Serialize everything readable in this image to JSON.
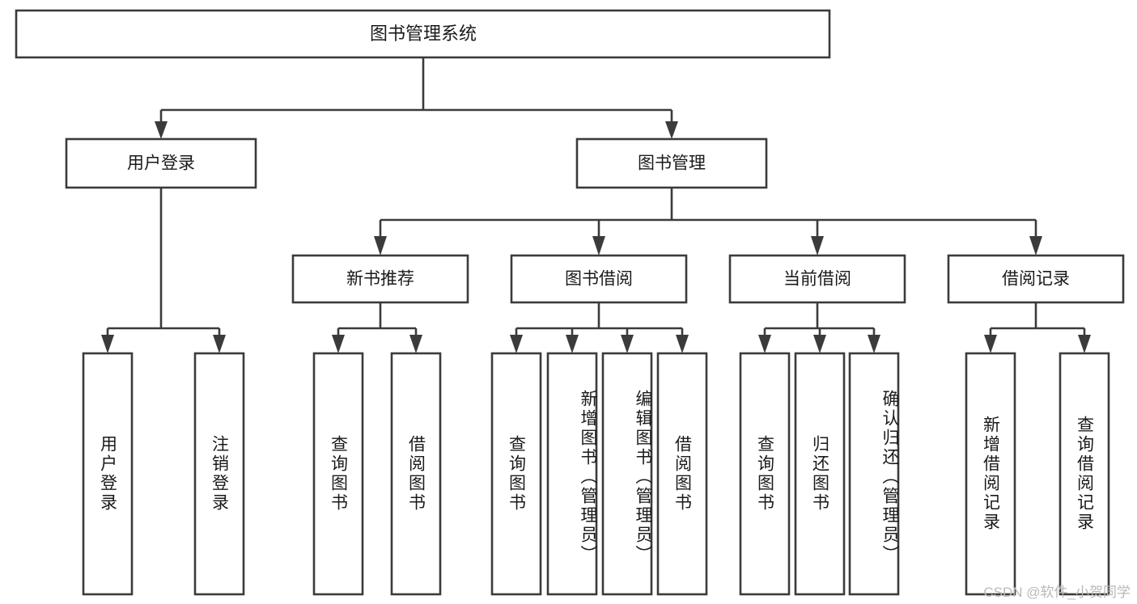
{
  "diagram": {
    "title": "图书管理系统",
    "type": "tree",
    "watermark": "CSDN @软件_小贺同学",
    "colors": {
      "stroke": "#3b3b3b",
      "fill": "#ffffff",
      "text": "#1a1a1a",
      "watermark": "#b9b9b9",
      "background": "#ffffff"
    },
    "levels": {
      "root": [
        "图书管理系统"
      ],
      "level2": [
        "用户登录",
        "图书管理"
      ],
      "level3": [
        "新书推荐",
        "图书借阅",
        "当前借阅",
        "借阅记录"
      ],
      "leaves": [
        "用户登录",
        "注销登录",
        "查询图书",
        "借阅图书",
        "查询图书",
        "新增图书（管理员）",
        "编辑图书（管理员）",
        "借阅图书",
        "查询图书",
        "归还图书",
        "确认归还（管理员）",
        "新增借阅记录",
        "查询借阅记录"
      ]
    },
    "nodes": {
      "root": {
        "label": "图书管理系统"
      },
      "user_login": {
        "label": "用户登录"
      },
      "book_manage": {
        "label": "图书管理"
      },
      "new_book_rec": {
        "label": "新书推荐"
      },
      "book_borrow": {
        "label": "图书借阅"
      },
      "current_borrow": {
        "label": "当前借阅"
      },
      "borrow_record": {
        "label": "借阅记录"
      },
      "leaf_user_login": {
        "label": "用户登录"
      },
      "leaf_logout": {
        "label": "注销登录"
      },
      "leaf_query_book_1": {
        "label": "查询图书"
      },
      "leaf_borrow_book_1": {
        "label": "借阅图书"
      },
      "leaf_query_book_2": {
        "label": "查询图书"
      },
      "leaf_add_book": {
        "label": "新增图书（管理员）"
      },
      "leaf_edit_book": {
        "label": "编辑图书（管理员）"
      },
      "leaf_borrow_book_2": {
        "label": "借阅图书"
      },
      "leaf_query_book_3": {
        "label": "查询图书"
      },
      "leaf_return_book": {
        "label": "归还图书"
      },
      "leaf_confirm_return": {
        "label": "确认归还（管理员）"
      },
      "leaf_add_record": {
        "label": "新增借阅记录"
      },
      "leaf_query_record": {
        "label": "查询借阅记录"
      }
    }
  }
}
